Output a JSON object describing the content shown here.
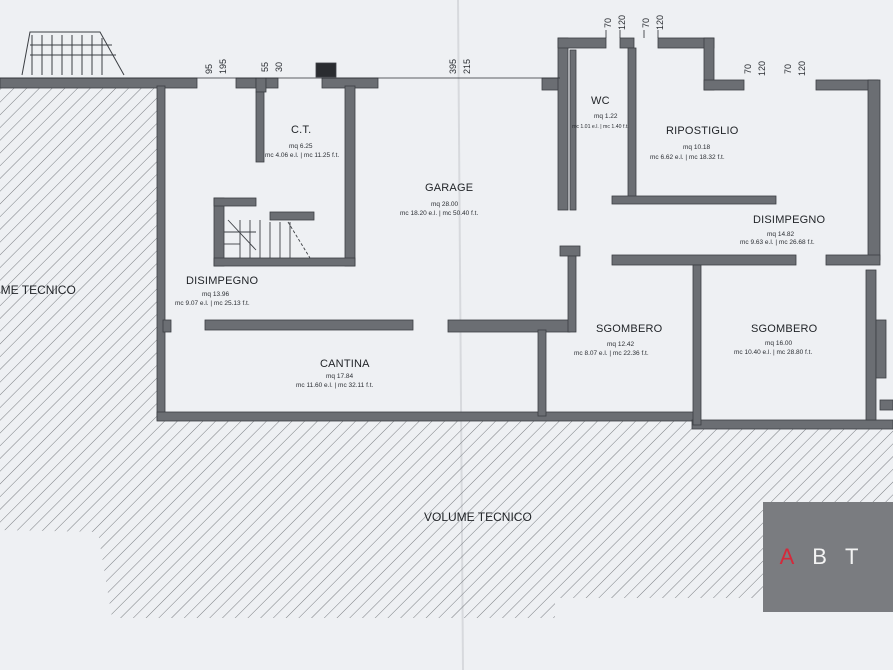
{
  "plan": {
    "hatched_areas": [
      {
        "label": "VOLUME TECNICO"
      },
      {
        "label": "VOLUME TECNICO"
      }
    ],
    "rooms": [
      {
        "name": "C.T.",
        "area": "mq 6.25",
        "volumes": "mc 4.06 e.l. | mc 11.25 f.t."
      },
      {
        "name": "GARAGE",
        "area": "mq 28.00",
        "volumes": "mc 18.20 e.l. | mc 50.40 f.t."
      },
      {
        "name": "WC",
        "area": "mq 1.22",
        "volumes": "mc 1.01 e.l. | mc 1.40 f.t."
      },
      {
        "name": "RIPOSTIGLIO",
        "area": "mq 10.18",
        "volumes": "mc 6.62 e.l. | mc 18.32 f.t."
      },
      {
        "name": "DISIMPEGNO",
        "area": "mq 14.82",
        "volumes": "mc 9.63 e.l. | mc 26.68 f.t."
      },
      {
        "name": "DISIMPEGNO",
        "area": "mq 13.96",
        "volumes": "mc 9.07 e.l. | mc 25.13 f.t."
      },
      {
        "name": "SGOMBERO",
        "area": "mq 12.42",
        "volumes": "mc 8.07 e.l. | mc 22.36 f.t."
      },
      {
        "name": "SGOMBERO",
        "area": "mq 16.00",
        "volumes": "mc 10.40 e.l. | mc 28.80 f.t."
      },
      {
        "name": "CANTINA",
        "area": "mq 17.84",
        "volumes": "mc 11.60 e.l. | mc 32.11 f.t."
      }
    ],
    "dimension_labels": [
      "95",
      "195",
      "55",
      "30",
      "395",
      "215",
      "70",
      "120",
      "70",
      "120",
      "70",
      "120",
      "70",
      "120"
    ],
    "colors": {
      "wall": "#6b6e73",
      "wall_stroke": "#3c3f44",
      "hatch": "#5d6066",
      "paper": "#eef0f3"
    }
  },
  "logo": {
    "letters": [
      "A",
      "B",
      "T"
    ],
    "accent_color": "#d4293b"
  }
}
